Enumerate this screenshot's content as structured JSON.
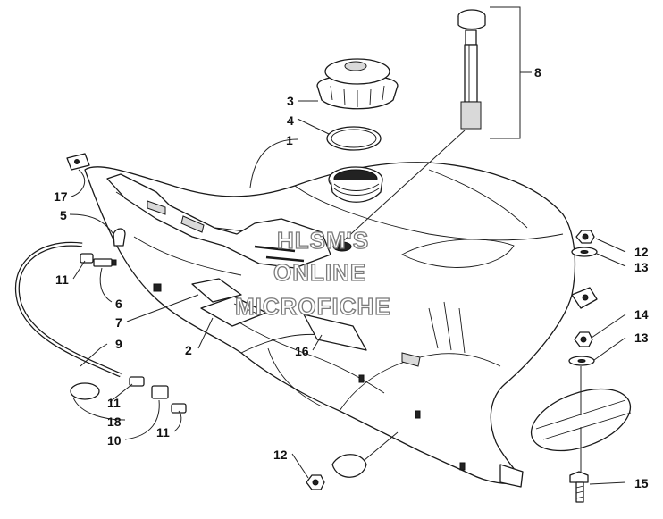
{
  "watermark": {
    "line1": "HLSM'S",
    "line2": "ONLINE",
    "line3": "MICROFICHE"
  },
  "callouts": [
    {
      "id": "c1",
      "text": "1"
    },
    {
      "id": "c2",
      "text": "2"
    },
    {
      "id": "c3",
      "text": "3"
    },
    {
      "id": "c4",
      "text": "4"
    },
    {
      "id": "c5",
      "text": "5"
    },
    {
      "id": "c6",
      "text": "6"
    },
    {
      "id": "c7",
      "text": "7"
    },
    {
      "id": "c8",
      "text": "8"
    },
    {
      "id": "c9",
      "text": "9"
    },
    {
      "id": "c10",
      "text": "10"
    },
    {
      "id": "c11a",
      "text": "11"
    },
    {
      "id": "c11b",
      "text": "11"
    },
    {
      "id": "c11c",
      "text": "11"
    },
    {
      "id": "c12a",
      "text": "12"
    },
    {
      "id": "c12b",
      "text": "12"
    },
    {
      "id": "c13a",
      "text": "13"
    },
    {
      "id": "c13b",
      "text": "13"
    },
    {
      "id": "c14",
      "text": "14"
    },
    {
      "id": "c15",
      "text": "15"
    },
    {
      "id": "c16",
      "text": "16"
    },
    {
      "id": "c17",
      "text": "17"
    },
    {
      "id": "c18",
      "text": "18"
    }
  ]
}
